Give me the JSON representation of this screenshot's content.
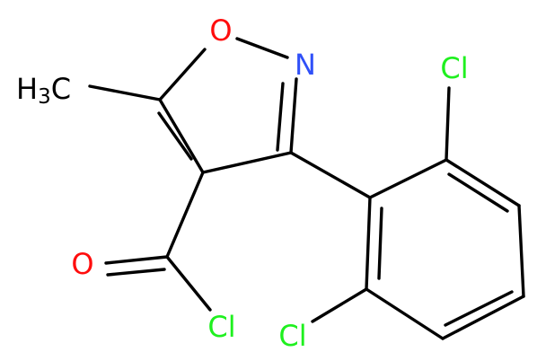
{
  "molecule": {
    "atoms": {
      "oxygen_ring": "O",
      "nitrogen_ring": "N",
      "oxygen_carbonyl": "O",
      "chlorine_acyl": "Cl",
      "chlorine_top": "Cl",
      "chlorine_bottom": "Cl",
      "methyl_h": "H",
      "methyl_sub": "3",
      "methyl_c": "C"
    },
    "colors": {
      "bond": "#000000",
      "oxygen": "#ff0d0d",
      "nitrogen": "#3050f8",
      "chlorine": "#1ff01f",
      "carbon": "#000000"
    }
  }
}
